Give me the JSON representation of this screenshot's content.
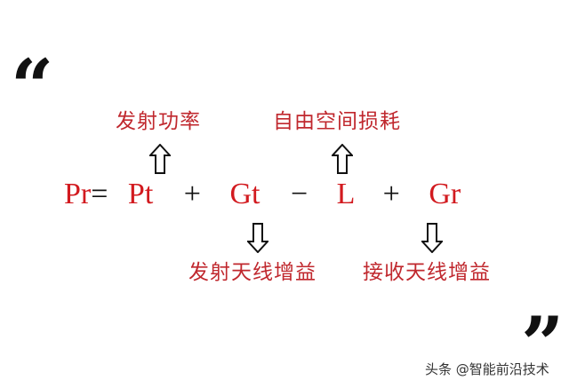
{
  "quotes": {
    "open": "“",
    "close": "”"
  },
  "top_labels": [
    {
      "text": "发射功率"
    },
    {
      "text": "自由空间损耗"
    }
  ],
  "bottom_labels": [
    {
      "text": "发射天线增益"
    },
    {
      "text": "接收天线增益"
    }
  ],
  "formula": {
    "lhs": "Pr",
    "equals": "=",
    "terms": [
      {
        "text": "Pt",
        "op_after": "+"
      },
      {
        "text": "Gt",
        "op_after": "−"
      },
      {
        "text": "L",
        "op_after": "+"
      },
      {
        "text": "Gr",
        "op_after": ""
      }
    ]
  },
  "arrows": {
    "up": [
      "Pt",
      "L"
    ],
    "down": [
      "Gt",
      "Gr"
    ]
  },
  "watermark": "头条 @智能前沿技术",
  "colors": {
    "term": "#d21a1f",
    "label": "#c0282e",
    "ink": "#111111"
  }
}
